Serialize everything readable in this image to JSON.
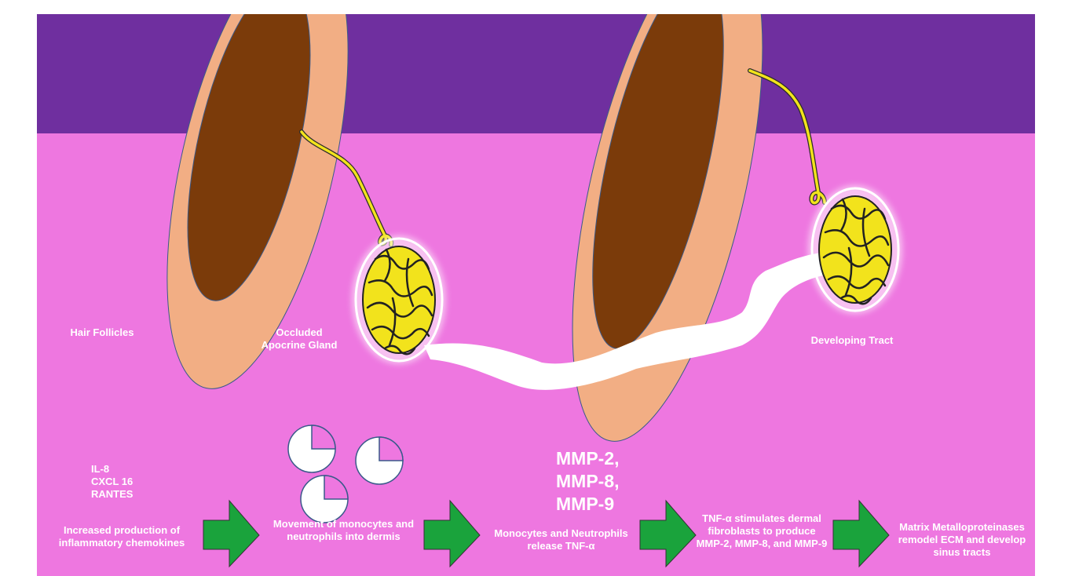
{
  "labels": {
    "hair_follicles": "Hair Follicles",
    "occluded_gland": "Occluded Apocrine Gland",
    "developing_tract": "Developing Tract"
  },
  "chemokines": [
    "IL-8",
    "CXCL 16",
    "RANTES"
  ],
  "mmp_list": [
    "MMP-2,",
    "MMP-8,",
    "MMP-9"
  ],
  "steps": [
    "Increased production of inflammatory chemokines",
    "Movement of monocytes and neutrophils into dermis",
    "Monocytes and Neutrophils release TNF-α",
    "TNF-α stimulates dermal fibroblasts to produce MMP-2, MMP-8, and MMP-9",
    "Matrix Metalloproteinases remodel ECM and develop sinus tracts"
  ],
  "colors": {
    "epidermis": "#6f2f9f",
    "dermis": "#ee77e0",
    "follicle_sheath": "#f2ae84",
    "hair_shaft": "#7b3b0a",
    "gland": "#f2e31c",
    "arrow": "#1aa33c",
    "tract": "#ffffff"
  }
}
